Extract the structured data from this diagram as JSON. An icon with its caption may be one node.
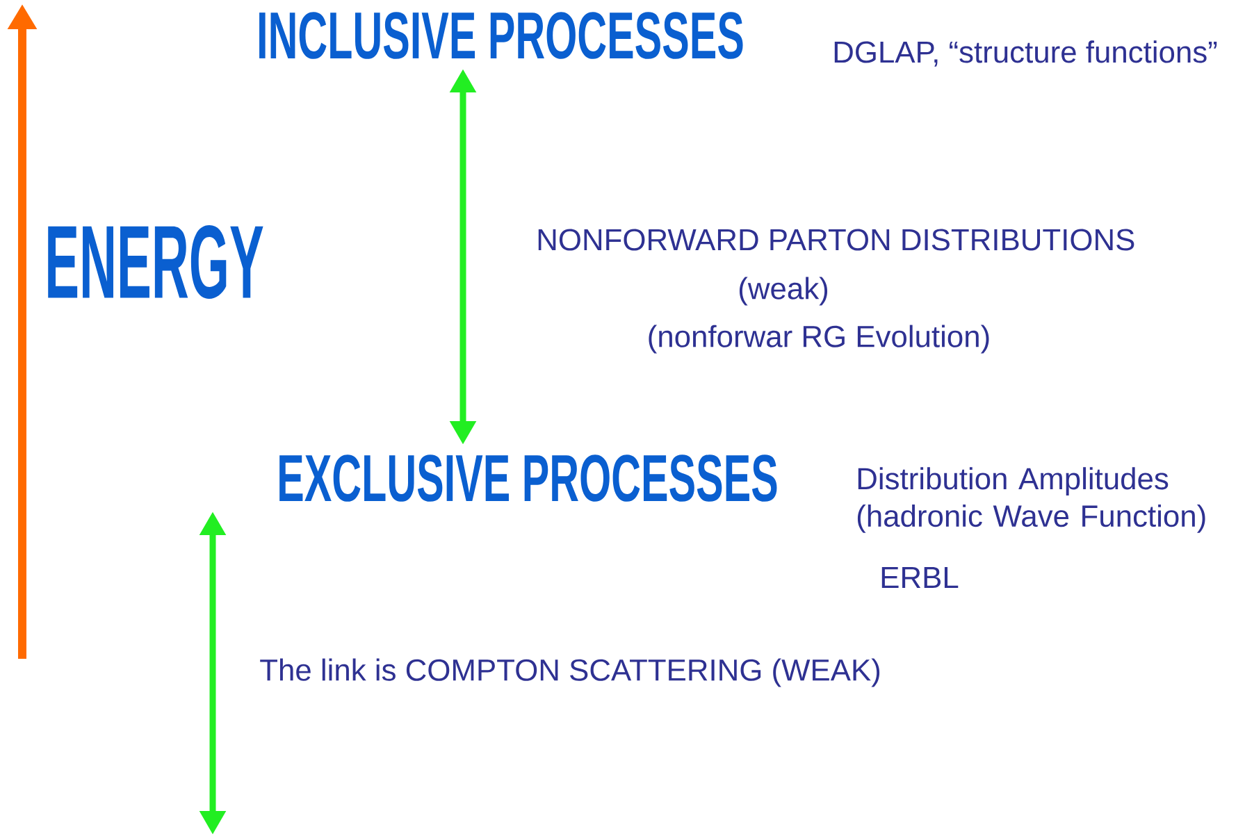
{
  "diagram": {
    "nodes": [
      {
        "text": [
          "INCLUSIVE PROCESSES"
        ]
      },
      {
        "text": [
          "EXCLUSIVE PROCESSES"
        ]
      }
    ],
    "edges": [
      {
        "from": 0,
        "to": 1,
        "arrow": "both"
      },
      {
        "from": 1,
        "to": null,
        "arrow": "both"
      }
    ],
    "labels": [
      "ENERGY",
      "DGLAP, “structure functions”",
      "NONFORWARD  PARTON DISTRIBUTIONS",
      "(weak)",
      "(nonforwar  RG Evolution)",
      "Distribution Amplitudes (hadronic  Wave Function)",
      "ERBL",
      "The link is COMPTON  SCATTERING  (WEAK)"
    ]
  }
}
